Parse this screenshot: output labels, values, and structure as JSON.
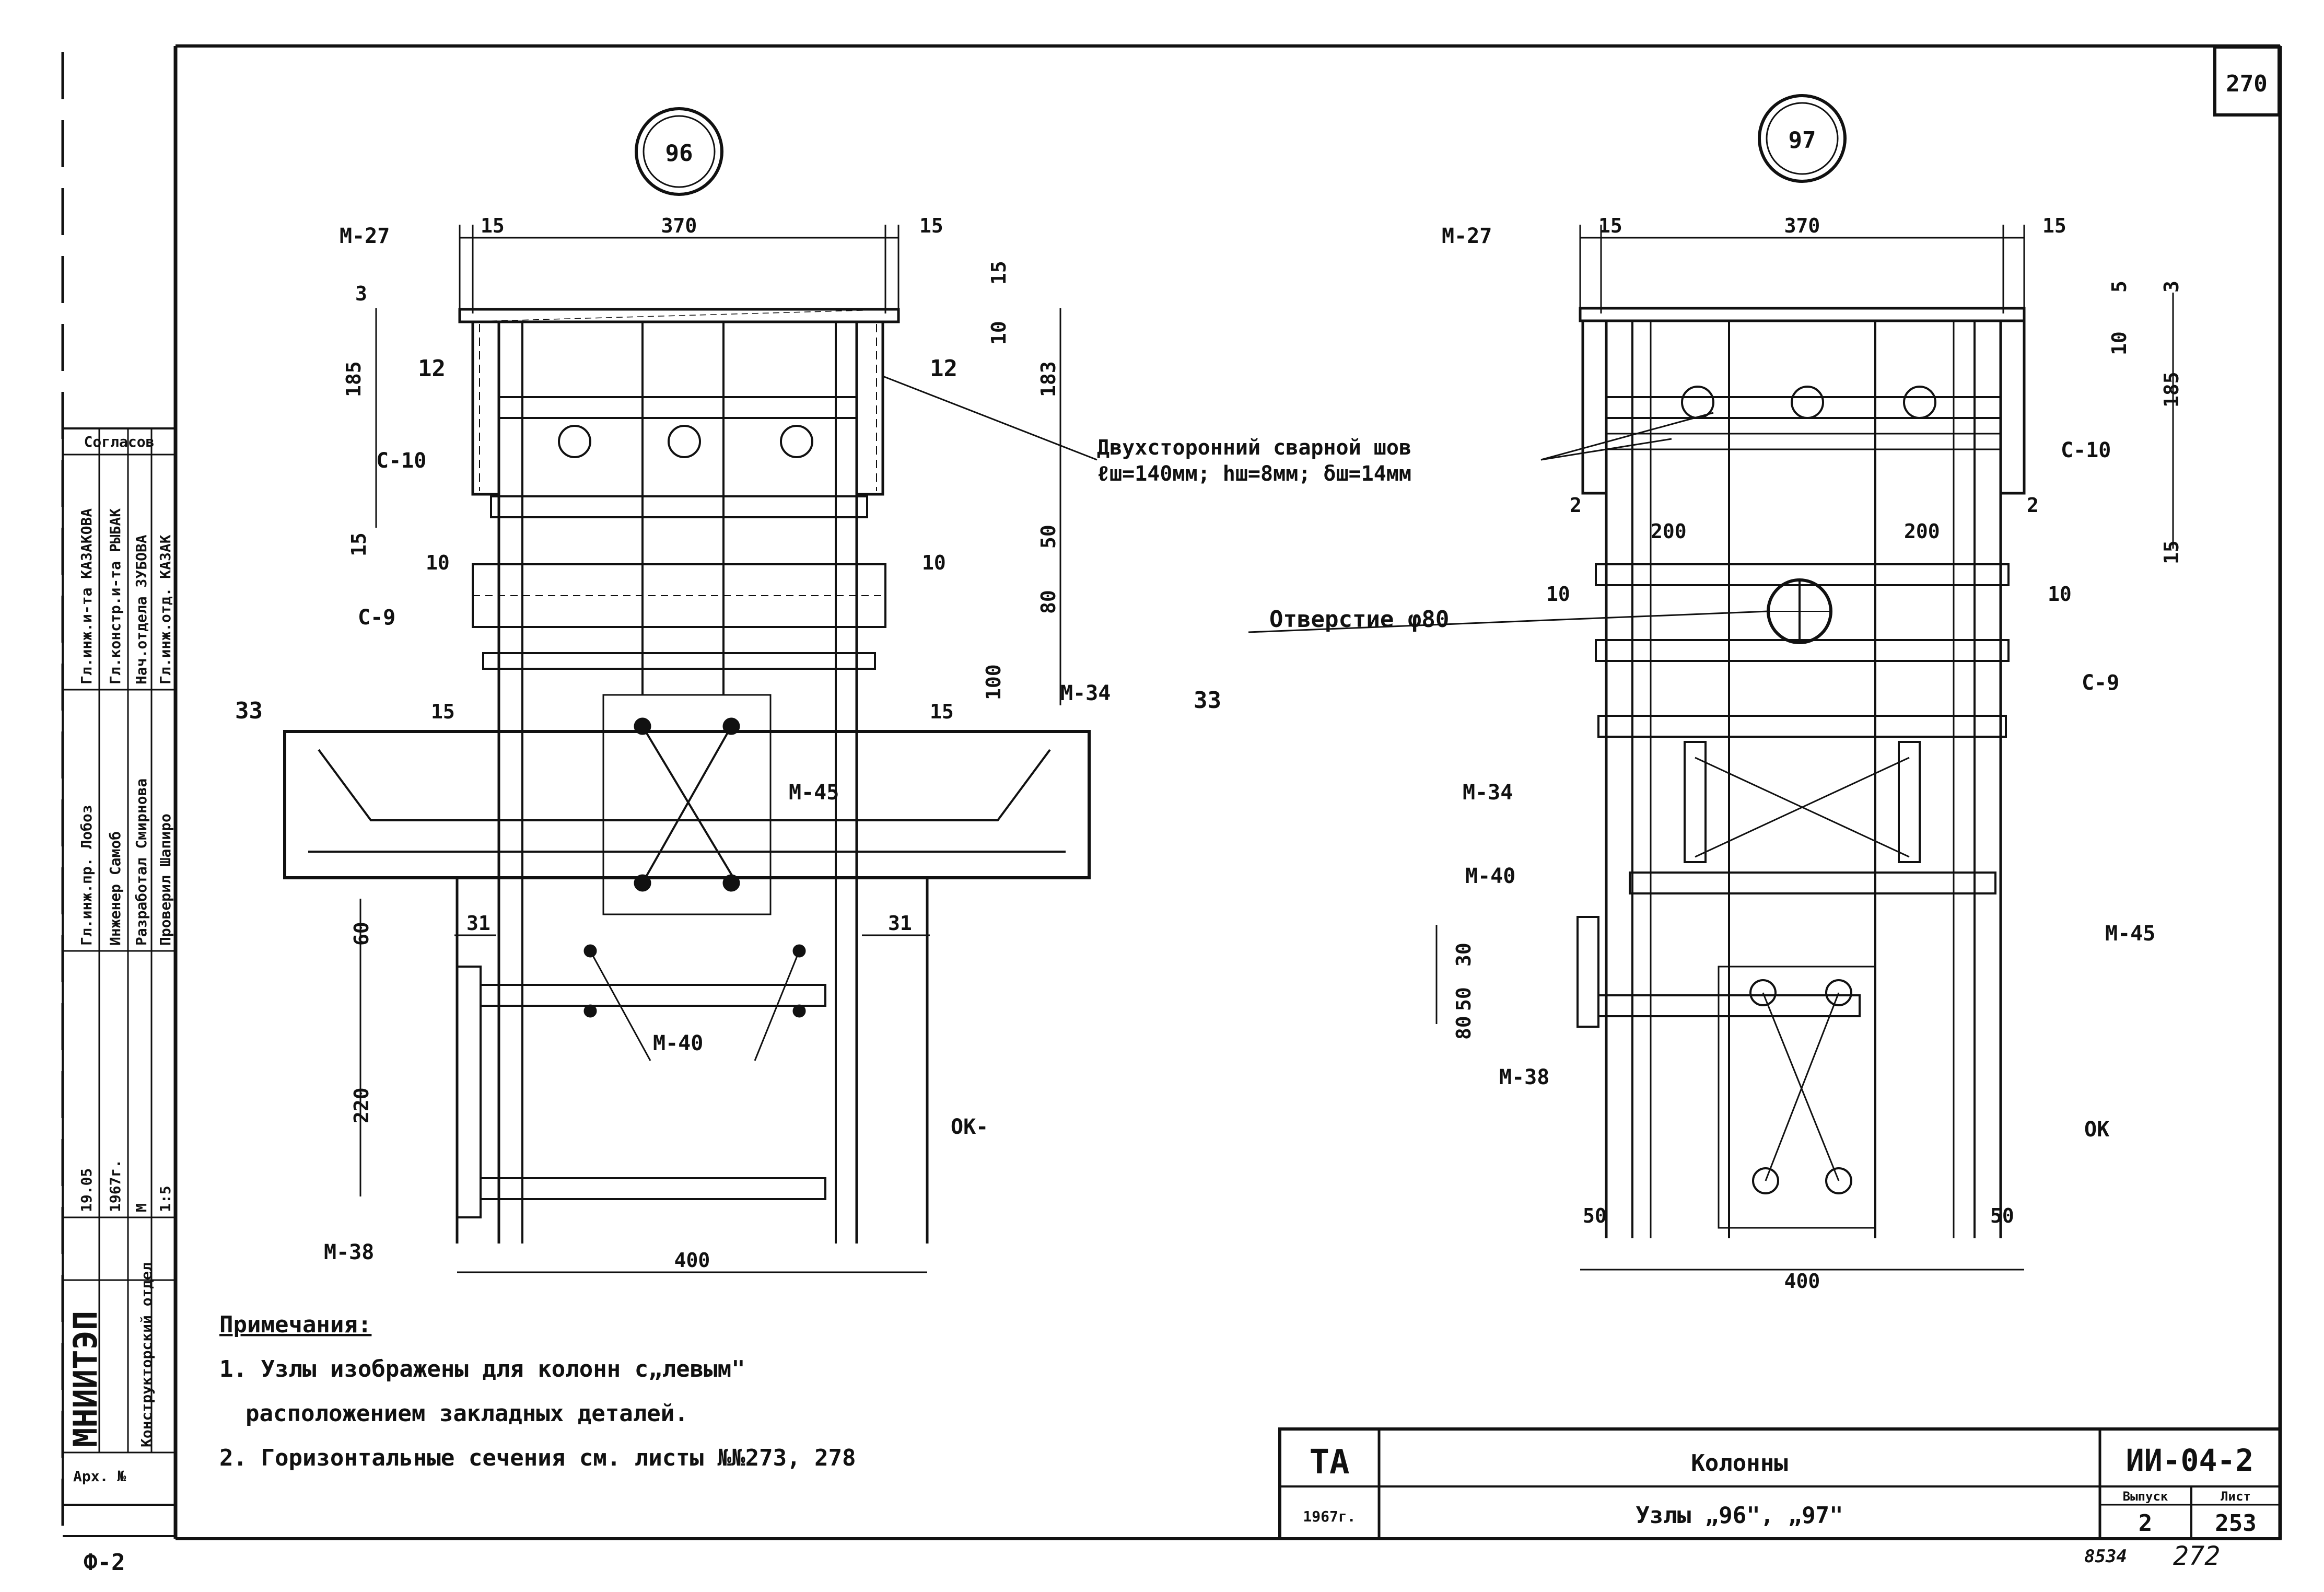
{
  "sheet_number": "270",
  "left_node": {
    "id": "96",
    "plate_label": "М-27",
    "dim_top": "370",
    "dim_side_left": "15",
    "dim_side_right": "15",
    "dim_185": "185",
    "dim_183": "183",
    "dim_15": "15",
    "dim_10": "10",
    "dim_3": "3",
    "dim_50": "50",
    "dim_80": "80",
    "dim_100": "100",
    "dim_60": "60",
    "dim_220": "220",
    "dim_31_left": "31",
    "dim_31_right": "31",
    "dim_bottom": "400",
    "mark_12_left": "12",
    "mark_12_right": "12",
    "c10": "С-10",
    "c9": "С-9",
    "dim_15_side": "15",
    "dim_10_side": "10",
    "dim_10_side_right": "10",
    "dim_15_low": "15",
    "dim_15_low_right": "15",
    "section_left": "33",
    "section_right": "33",
    "m34": "М-34",
    "m45": "М-45",
    "m40": "М-40",
    "m38": "М-38",
    "ok": "ОК-"
  },
  "right_node": {
    "id": "97",
    "plate_label": "М-27",
    "dim_top": "370",
    "dim_side_left": "15",
    "dim_side_right": "15",
    "dim_185": "185",
    "dim_10": "10",
    "dim_5": "5",
    "dim_3": "3",
    "dim_15": "15",
    "c10": "С-10",
    "c9": "С-9",
    "dim_200_left": "200",
    "dim_200_right": "200",
    "dim_10_side": "10",
    "dim_10_right": "10",
    "mark_2_left": "2",
    "mark_2_right": "2",
    "m34": "М-34",
    "m45": "М-45",
    "m40": "М-40",
    "m38": "М-38",
    "ok": "ОК",
    "dim_30": "30",
    "dim_50a": "50",
    "dim_80": "80",
    "dim_50_left": "50",
    "dim_50_right": "50",
    "dim_bottom": "400"
  },
  "weld_note_line1": "Двухсторонний сварной шов",
  "weld_note_line2": "ℓш=140мм; hш=8мм; δш=14мм",
  "hole_note": "Отверстие φ80",
  "notes": {
    "title": "Примечания:",
    "item1_line1": "1. Узлы изображены для колонн с„левым\"",
    "item1_line2": "расположением закладных деталей.",
    "item2": "2. Горизонтальные сечения см. листы №№273, 278"
  },
  "title_block": {
    "org": "ТА",
    "year": "1967г.",
    "title": "Колонны",
    "subtitle": "Узлы „96\", „97\"",
    "code": "ИИ-04-2",
    "issue_label": "Выпуск",
    "sheet_label": "Лист",
    "issue": "2",
    "sheet": "253"
  },
  "side_stamp": {
    "institute": "МНИИТЭП",
    "department": "Конструкторский отдел",
    "agreed": "Согласов",
    "arch": "Арх. №",
    "rows": [
      "Гл.инж.и-та  КАЗАКОВА",
      "Гл.констр.и-та  РЫБАК",
      "Нач.отдела  ЗУБОВА",
      "Гл.инж.отд.  КАЗАК"
    ],
    "row_staff": [
      "Гл.инж.пр.  Лобоз",
      "Инженер  Самоб",
      "Разработал  Смирнова",
      "Проверил  Шапиро"
    ],
    "date": "19.05",
    "year": "1967г.",
    "scale_m": "М",
    "scale": "1:5"
  },
  "footer_left": "Ф-2",
  "footer_right": "8534",
  "footer_right2": "272"
}
